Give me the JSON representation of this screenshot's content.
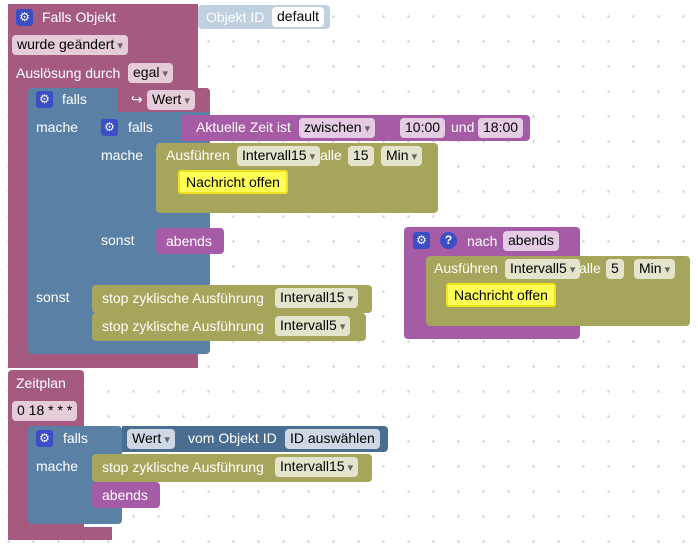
{
  "trigger": {
    "title": "Falls Objekt",
    "object_id_label": "Objekt ID",
    "object_id_value": "default",
    "changed_value": "wurde geändert",
    "trigger_label": "Auslösung durch",
    "trigger_value": "egal",
    "falls1_label": "falls",
    "wert_value": "Wert",
    "mache1_label": "mache",
    "falls2_label": "falls",
    "time_label": "Aktuelle Zeit ist",
    "time_op": "zwischen",
    "time_from": "10:00",
    "und_label": "und",
    "time_to": "18:00",
    "mache2_label": "mache",
    "exec_label": "Ausführen",
    "exec_interval": "Intervall15",
    "alle_label": "alle",
    "exec_amount": "15",
    "exec_unit": "Min",
    "message1": "Nachricht offen",
    "sonst2_label": "sonst",
    "abends_call": "abends",
    "sonst1_label": "sonst",
    "stop1_label": "stop zyklische Ausführung",
    "stop1_value": "Intervall15",
    "stop2_label": "stop zyklische Ausführung",
    "stop2_value": "Intervall5"
  },
  "function": {
    "nach_label": "nach",
    "name": "abends",
    "exec_label": "Ausführen",
    "exec_interval": "Intervall5",
    "alle_label": "alle",
    "exec_amount": "5",
    "exec_unit": "Min",
    "message": "Nachricht offen"
  },
  "schedule": {
    "title": "Zeitplan",
    "cron": "0 18 * * *",
    "falls_label": "falls",
    "wert_value": "Wert",
    "vom_label": "vom Objekt ID",
    "id_value": "ID auswählen",
    "mache_label": "mache",
    "stop_label": "stop zyklische Ausführung",
    "stop_value": "Intervall15",
    "abends_call": "abends"
  },
  "icons": {
    "gear": "gear-icon",
    "help": "help-icon",
    "arrow": "return-arrow-icon"
  },
  "colors": {
    "event": "#a55b80",
    "logic": "#5b80a5",
    "timer": "#a5a55b",
    "function": "#a55ba5",
    "message": "#ffff55"
  }
}
